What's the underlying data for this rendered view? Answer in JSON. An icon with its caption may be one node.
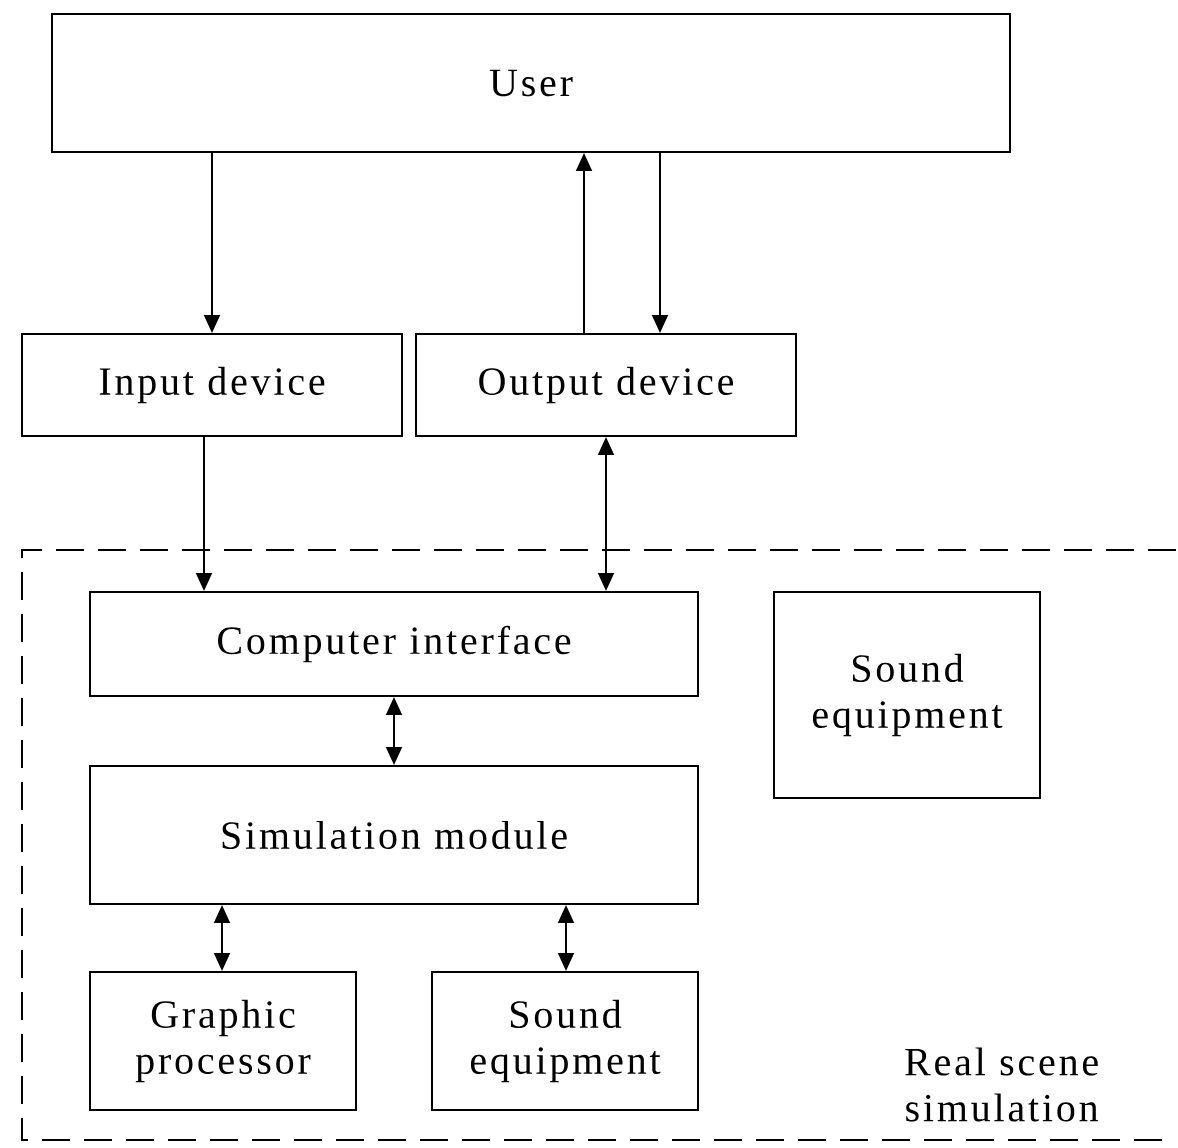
{
  "diagram": {
    "nodes": [
      {
        "text": [
          "User"
        ]
      },
      {
        "text": [
          "Input device"
        ]
      },
      {
        "text": [
          "Output device"
        ]
      },
      {
        "text": [
          "Real scene simulation"
        ]
      },
      {
        "text": [
          "Computer interface"
        ],
        "in": 3
      },
      {
        "text": [
          "Sound equipment"
        ],
        "in": 3
      },
      {
        "text": [
          "Simulation module"
        ],
        "in": 3
      },
      {
        "text": [
          "Graphic processor"
        ],
        "in": 3
      },
      {
        "text": [
          "Sound equipment"
        ],
        "in": 3
      }
    ],
    "edges": [
      {
        "from": 0,
        "to": 1,
        "arrow": "to"
      },
      {
        "from": 2,
        "to": 0,
        "arrow": "to"
      },
      {
        "from": 0,
        "to": 2,
        "arrow": "to"
      },
      {
        "from": 1,
        "to": 4,
        "arrow": "to"
      },
      {
        "from": 2,
        "to": 4,
        "arrow": "both"
      },
      {
        "from": 4,
        "to": 6,
        "arrow": "both"
      },
      {
        "from": 6,
        "to": 7,
        "arrow": "both"
      },
      {
        "from": 6,
        "to": 8,
        "arrow": "both"
      }
    ]
  }
}
